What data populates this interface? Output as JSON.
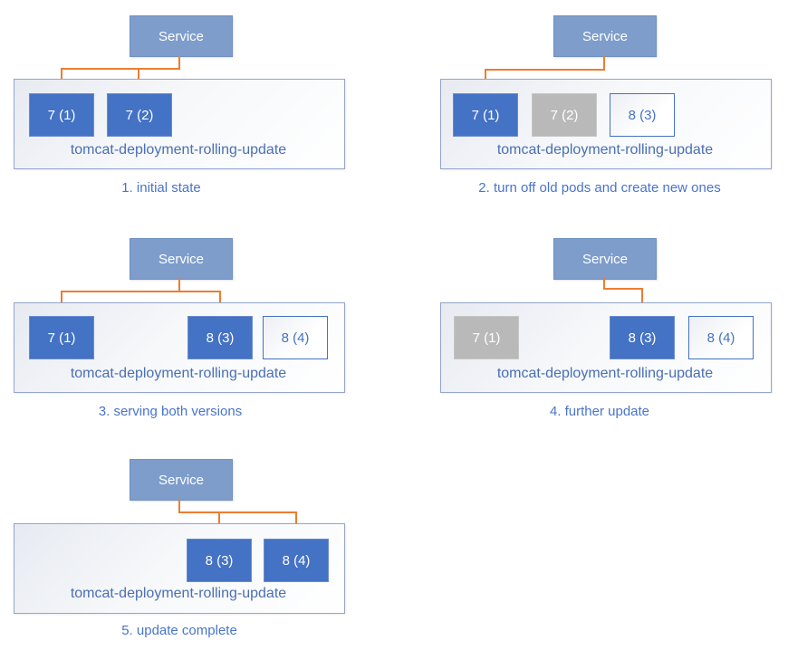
{
  "diagram": {
    "service_label": "Service",
    "deployment_label": "tomcat-deployment-rolling-update",
    "colors": {
      "pod_active_fill": "#4472C4",
      "pod_inactive_fill": "#B9B9B9",
      "pod_pending_border": "#4472C4",
      "service_fill": "#7E9DCB",
      "connector_arrow": "#ED7D31",
      "caption_text": "#4974CB",
      "deployment_label_text": "#4A6FB4"
    },
    "panels": [
      {
        "caption": "1. initial state",
        "pods": [
          {
            "label": "7 (1)",
            "state": "active"
          },
          {
            "label": "7 (2)",
            "state": "active"
          }
        ]
      },
      {
        "caption": "2. turn off old pods and create new ones",
        "pods": [
          {
            "label": "7 (1)",
            "state": "active"
          },
          {
            "label": "7 (2)",
            "state": "inactive"
          },
          {
            "label": "8 (3)",
            "state": "pending"
          }
        ]
      },
      {
        "caption": "3. serving both versions",
        "pods": [
          {
            "label": "7 (1)",
            "state": "active"
          },
          {
            "label": "8 (3)",
            "state": "active"
          },
          {
            "label": "8 (4)",
            "state": "pending"
          }
        ]
      },
      {
        "caption": "4. further update",
        "pods": [
          {
            "label": "7 (1)",
            "state": "inactive"
          },
          {
            "label": "8 (3)",
            "state": "active"
          },
          {
            "label": "8 (4)",
            "state": "pending"
          }
        ]
      },
      {
        "caption": "5. update complete",
        "pods": [
          {
            "label": "8 (3)",
            "state": "active"
          },
          {
            "label": "8 (4)",
            "state": "active"
          }
        ]
      }
    ]
  }
}
